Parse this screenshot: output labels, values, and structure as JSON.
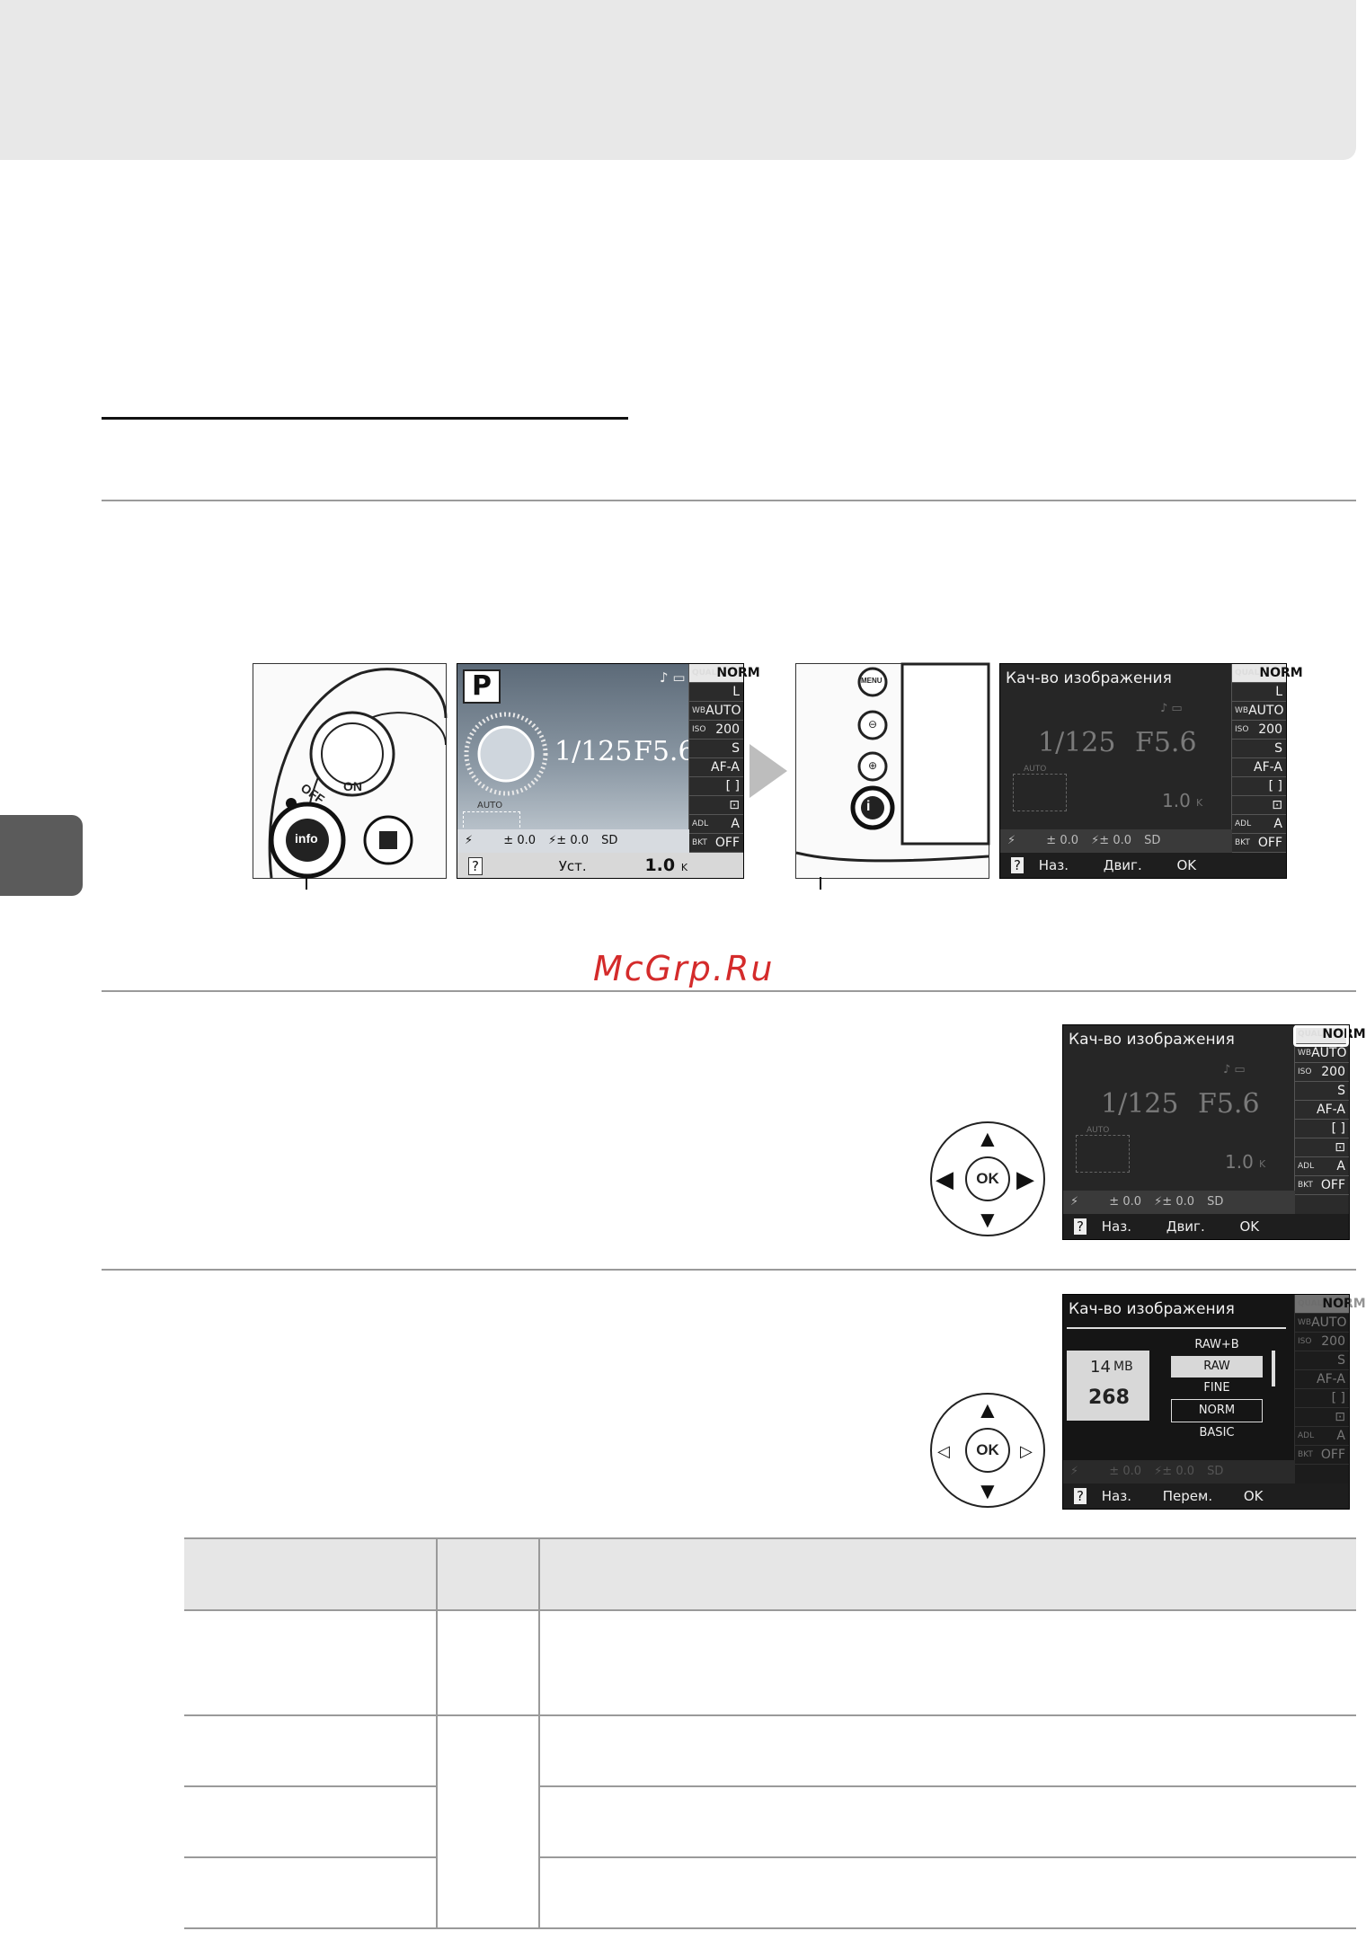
{
  "watermark": "McGrp.Ru",
  "figure1": {
    "dial_labels": {
      "off": "OFF",
      "on": "ON",
      "info_button": "info"
    },
    "camera_buttons": {
      "menu": "MENU"
    },
    "lcd_a": {
      "mode": "P",
      "shutter": "1/125",
      "aperture": "F5.6",
      "auto_label": "AUTO",
      "panel": [
        {
          "label": "QUAL",
          "value": "NORM"
        },
        {
          "label": "",
          "value": "L"
        },
        {
          "label": "WB",
          "value": "AUTO"
        },
        {
          "label": "ISO",
          "value": "200"
        },
        {
          "label": "",
          "value": "S"
        },
        {
          "label": "",
          "value": "AF-A"
        },
        {
          "label": "",
          "value": "[ ]"
        },
        {
          "label": "",
          "value": "⊡"
        },
        {
          "label": "ADL",
          "value": "A"
        },
        {
          "label": "BKT",
          "value": "OFF"
        }
      ],
      "strip": {
        "exp_comp": "0.0",
        "flash_comp": "0.0",
        "picture": "SD"
      },
      "footer": {
        "help": "?",
        "action": "Уст.",
        "count": "1.0",
        "unit": "K"
      }
    },
    "lcd_b": {
      "title": "Кач-во изображения",
      "shutter": "1/125",
      "aperture": "F5.6",
      "count": "1.0",
      "unit": "K",
      "auto_label": "AUTO",
      "panel": [
        {
          "label": "QUAL",
          "value": "NORM"
        },
        {
          "label": "",
          "value": "L"
        },
        {
          "label": "WB",
          "value": "AUTO"
        },
        {
          "label": "ISO",
          "value": "200"
        },
        {
          "label": "",
          "value": "S"
        },
        {
          "label": "",
          "value": "AF-A"
        },
        {
          "label": "",
          "value": "[ ]"
        },
        {
          "label": "",
          "value": "⊡"
        },
        {
          "label": "ADL",
          "value": "A"
        },
        {
          "label": "BKT",
          "value": "OFF"
        }
      ],
      "strip": {
        "exp_comp": "0.0",
        "flash_comp": "0.0",
        "picture": "SD"
      },
      "footer": {
        "help": "?",
        "back": "Наз.",
        "move": "Двиг.",
        "ok": "OK"
      }
    }
  },
  "figure2": {
    "title": "Кач-во изображения",
    "shutter": "1/125",
    "aperture": "F5.6",
    "count": "1.0",
    "unit": "K",
    "auto_label": "AUTO",
    "panel": [
      {
        "label": "QUAL",
        "value": "NORM"
      },
      {
        "label": "WB",
        "value": "AUTO"
      },
      {
        "label": "ISO",
        "value": "200"
      },
      {
        "label": "",
        "value": "S"
      },
      {
        "label": "",
        "value": "AF-A"
      },
      {
        "label": "",
        "value": "[ ]"
      },
      {
        "label": "",
        "value": "⊡"
      },
      {
        "label": "ADL",
        "value": "A"
      },
      {
        "label": "BKT",
        "value": "OFF"
      }
    ],
    "strip": {
      "exp_comp": "0.0",
      "flash_comp": "0.0",
      "picture": "SD"
    },
    "footer": {
      "help": "?",
      "back": "Наз.",
      "move": "Двиг.",
      "ok": "OK"
    },
    "selector_label": "OK"
  },
  "figure3": {
    "title": "Кач-во изображения",
    "size_value": "14",
    "size_unit": "MB",
    "count": "268",
    "options": [
      "RAW+B",
      "RAW",
      "FINE",
      "NORM",
      "BASIC"
    ],
    "panel": [
      {
        "label": "QUAL",
        "value": "NORM"
      },
      {
        "label": "WB",
        "value": "AUTO"
      },
      {
        "label": "ISO",
        "value": "200"
      },
      {
        "label": "",
        "value": "S"
      },
      {
        "label": "",
        "value": "AF-A"
      },
      {
        "label": "",
        "value": "[ ]"
      },
      {
        "label": "",
        "value": "⊡"
      },
      {
        "label": "ADL",
        "value": "A"
      },
      {
        "label": "BKT",
        "value": "OFF"
      }
    ],
    "strip": {
      "exp_comp": "0.0",
      "flash_comp": "0.0",
      "picture": "SD"
    },
    "footer": {
      "help": "?",
      "back": "Наз.",
      "move": "Перем.",
      "ok": "OK"
    },
    "selector_label": "OK"
  }
}
